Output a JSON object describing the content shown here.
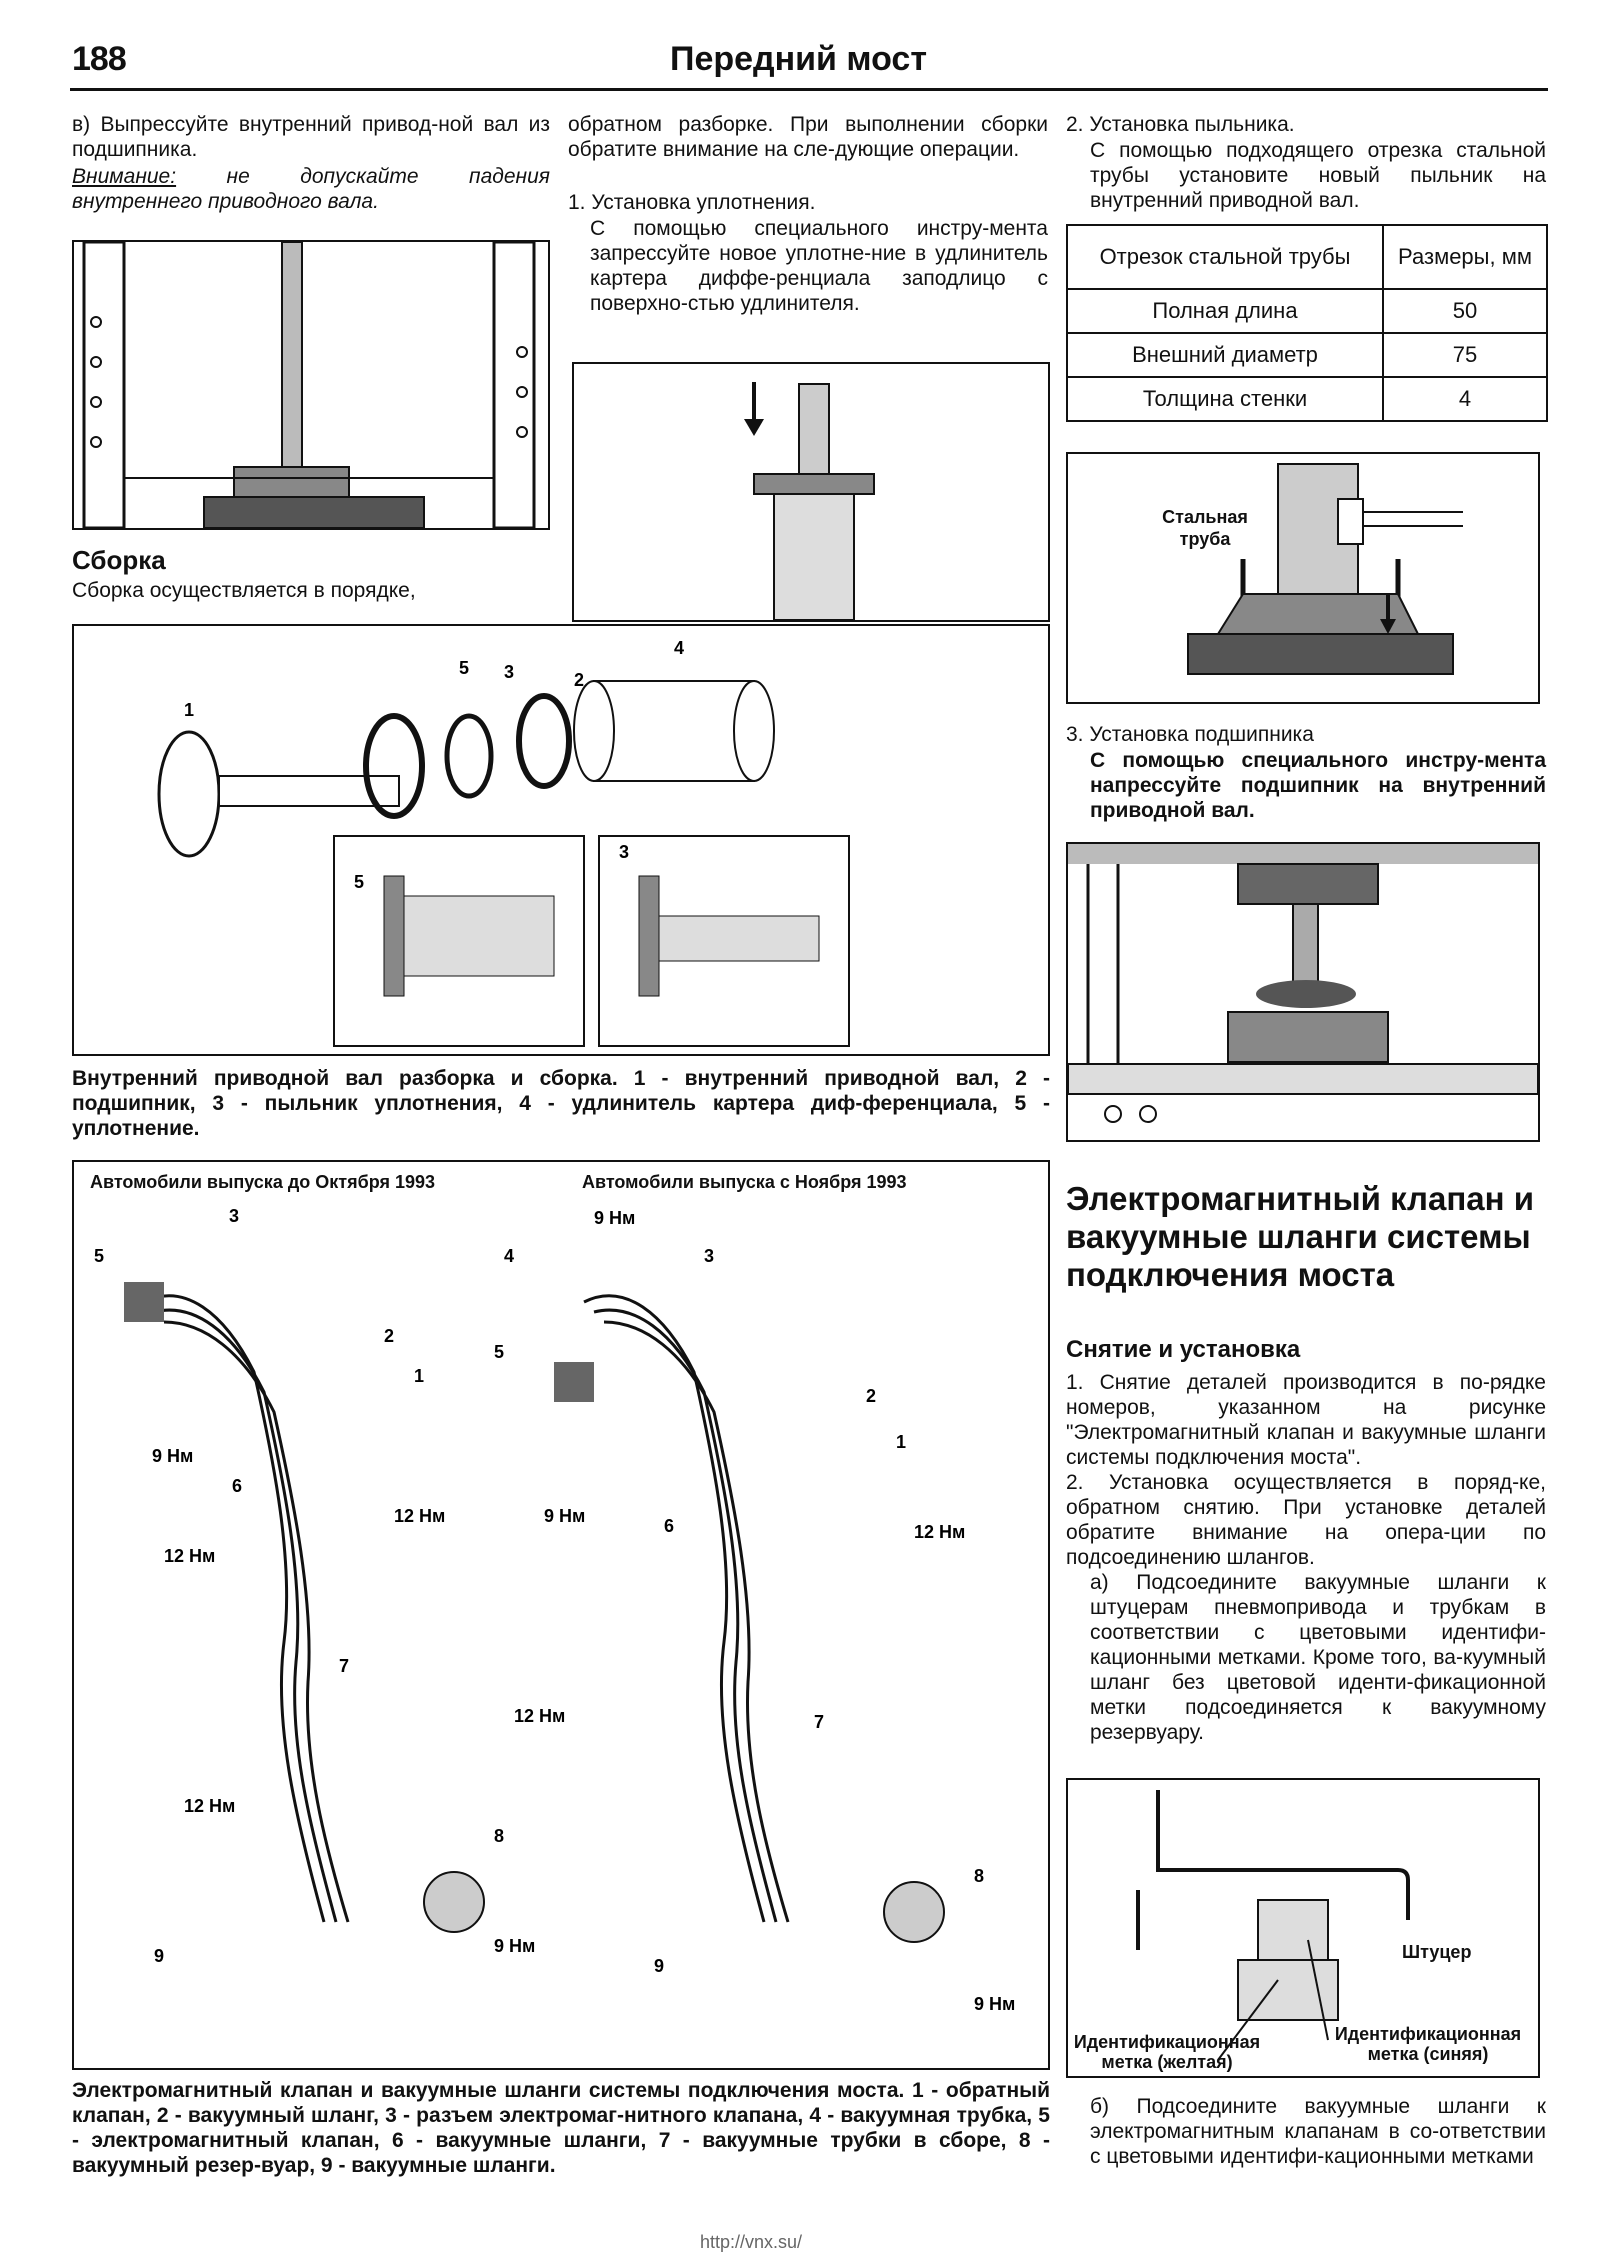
{
  "header": {
    "page_number": "188",
    "title": "Передний мост"
  },
  "col1": {
    "step_v": "в) Выпрессуйте внутренний привод-ной вал из подшипника.",
    "warning_label": "Внимание:",
    "warning_text": " не допускайте падения внутреннего приводного вала.",
    "section_title": "Сборка",
    "section_text": "Сборка осуществляется в порядке,"
  },
  "col2": {
    "text": "обратном разборке. При выполнении сборки обратите внимание на сле-дующие операции.",
    "item1_title": "1. Установка уплотнения.",
    "item1_text": "С помощью специального инстру-мента запрессуйте новое уплотне-ние в удлинитель картера диффе-ренциала заподлицо с поверхно-стью удлинителя."
  },
  "col3": {
    "item2_title": "2. Установка пыльника.",
    "item2_text": "С помощью подходящего отрезка стальной трубы установите новый пыльник на внутренний приводной вал.",
    "table": {
      "headers": [
        "Отрезок стальной трубы",
        "Размеры, мм"
      ],
      "rows": [
        [
          "Полная длина",
          "50"
        ],
        [
          "Внешний диаметр",
          "75"
        ],
        [
          "Толщина стенки",
          "4"
        ]
      ]
    },
    "fig_label_pipe": "Стальная труба",
    "item3_title": "3. Установка подшипника",
    "item3_text": "С помощью специального инстру-мента напрессуйте подшипник на внутренний приводной вал.",
    "section_title": "Электромагнитный клапан и вакуумные шланги системы подключения моста",
    "sub_title": "Снятие и установка",
    "p1": "1. Снятие деталей производится в по-рядке номеров, указанном на рисунке \"Электромагнитный клапан и вакуумные шланги системы подключения моста\".",
    "p2": "2. Установка осуществляется в поряд-ке, обратном снятию. При установке деталей обратите внимание на опера-ции по подсоединению шлангов.",
    "pa": "а) Подсоедините вакуумные шланги к штуцерам пневмопривода и трубкам в соответствии с цветовыми идентифи-кационными метками. Кроме того, ва-куумный шланг без цветовой иденти-фикационной метки подсоединяется к вакуумному резервуару.",
    "fig_fitting": "Штуцер",
    "fig_mark_yellow": "Идентификационная метка (желтая)",
    "fig_mark_blue": "Идентификационная метка (синяя)",
    "pb": "б) Подсоедините вакуумные шланги к электромагнитным клапанам в со-ответствии с цветовыми идентифи-кационными метками"
  },
  "fig_shaft": {
    "labels": [
      "1",
      "2",
      "3",
      "4",
      "5",
      "3",
      "5"
    ],
    "caption": "Внутренний приводной вал разборка и сборка. 1 - внутренний приводной вал, 2 - подшипник, 3 - пыльник уплотнения, 4 - удлинитель картера диф-ференциала, 5 - уплотнение."
  },
  "fig_vacuum": {
    "left_title": "Автомобили выпуска до Октября 1993",
    "right_title": "Автомобили выпуска с Ноября 1993",
    "labels_left": [
      "3",
      "5",
      "2",
      "1",
      "9 Нм",
      "6",
      "12 Нм",
      "12 Нм",
      "7",
      "12 Нм",
      "8",
      "9",
      "9 Нм"
    ],
    "labels_right": [
      "9 Нм",
      "4",
      "3",
      "5",
      "2",
      "1",
      "9 Нм",
      "6",
      "12 Нм",
      "12 Нм",
      "7",
      "8",
      "9",
      "9 Нм"
    ],
    "caption": "Электромагнитный клапан и вакуумные шланги системы подключения моста. 1 - обратный клапан, 2 - вакуумный шланг, 3 - разъем электромаг-нитного клапана, 4 - вакуумная трубка, 5 - электромагнитный клапан, 6 - вакуумные шланги, 7 - вакуумные трубки в сборе, 8 - вакуумный резер-вуар, 9 - вакуумные шланги."
  },
  "footer": {
    "watermark": "http://vnx.su/"
  }
}
